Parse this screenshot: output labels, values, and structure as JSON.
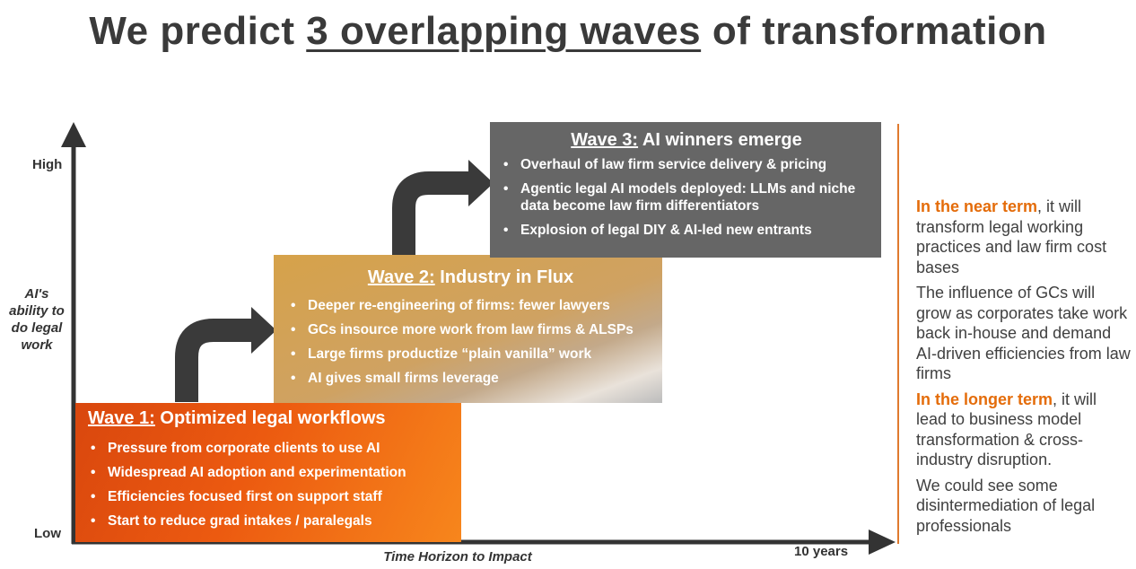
{
  "title": {
    "part1": "We predict ",
    "underlined": "3 overlapping waves",
    "part2": " of transformation"
  },
  "axes": {
    "y_high": "High",
    "y_low": "Low",
    "y_title": "AI's ability to do legal work",
    "x_title": "Time Horizon to Impact",
    "x_end": "10 years"
  },
  "waves": [
    {
      "label": "Wave 1:",
      "name": " Optimized legal workflows",
      "bullets": [
        "Pressure from corporate clients to use AI",
        "Widespread AI adoption and experimentation",
        "Efficiencies focused first on support staff",
        "Start to reduce grad intakes / paralegals"
      ]
    },
    {
      "label": "Wave 2:",
      "name": " Industry in Flux",
      "bullets": [
        "Deeper re-engineering of firms: fewer lawyers",
        "GCs insource more work from law firms & ALSPs",
        "Large firms productize “plain vanilla” work",
        "AI gives small firms leverage"
      ]
    },
    {
      "label": "Wave 3:",
      "name": " AI winners emerge",
      "bullets": [
        "Overhaul of law firm service delivery & pricing",
        "Agentic legal AI models deployed: LLMs and niche data become law firm differentiators",
        "Explosion of legal DIY & AI-led new entrants"
      ]
    }
  ],
  "sidebar": {
    "near_term_highlight": "In the near term",
    "near_term_text": ", it will transform legal working practices and law firm cost bases",
    "influence_text": "The influence of GCs will grow as corporates take work back in-house and demand AI-driven efficiencies from law firms",
    "longer_term_highlight": "In the longer term",
    "longer_term_text": ", it will lead to business model transformation & cross-industry disruption.",
    "disintermediation_text": "We could see some disintermediation of legal professionals"
  },
  "colors": {
    "wave1": "#e8530f",
    "wave2": "#d3a457",
    "wave3": "#666666",
    "accent": "#e46c0a",
    "axis": "#333333"
  }
}
